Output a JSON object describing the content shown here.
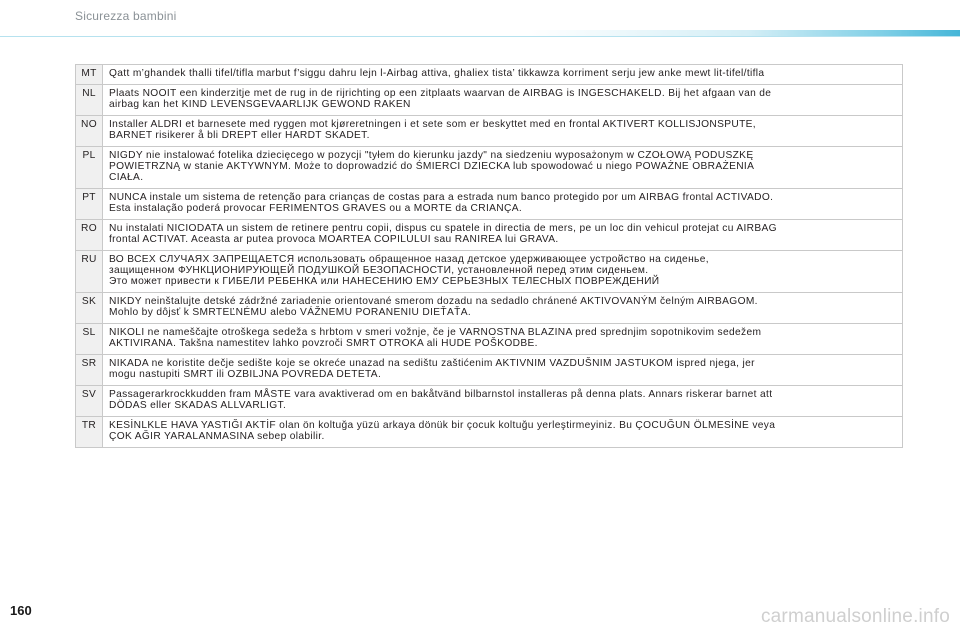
{
  "header": {
    "section_title": "Sicurezza bambini"
  },
  "rows": [
    {
      "code": "MT",
      "text": "Qatt m’ghandek thalli tifel/tifla marbut f’siggu dahru lejn l-Airbag attiva, ghaliex tista’ tikkawza korriment serju jew anke mewt lit-tifel/tifla"
    },
    {
      "code": "NL",
      "text": "Plaats NOOIT een kinderzitje met de rug in de rijrichting op een zitplaats waarvan de AIRBAG is INGESCHAKELD. Bij het afgaan van de\nairbag kan het KIND LEVENSGEVAARLIJK GEWOND RAKEN"
    },
    {
      "code": "NO",
      "text": "Installer ALDRI et barnesete med ryggen mot kjøreretningen i et sete som er beskyttet med en frontal AKTIVERT KOLLISJONSPUTE,\nBARNET risikerer å bli DREPT eller HARDT SKADET."
    },
    {
      "code": "PL",
      "text": "NIGDY nie instalować fotelika dziecięcego w pozycji \"tyłem do kierunku jazdy\" na siedzeniu wyposażonym w CZOŁOWĄ PODUSZKĘ\nPOWIETRZNĄ w stanie AKTYWNYM. Może to doprowadzić do ŚMIERCI DZIECKA lub spowodować u niego POWAŻNE OBRAŻENIA\nCIAŁA."
    },
    {
      "code": "PT",
      "text": "NUNCA instale um sistema de retenção para crianças de costas para a estrada num banco protegido por um AIRBAG frontal ACTIVADO.\nEsta instalação poderá provocar FERIMENTOS GRAVES ou a MORTE da CRIANÇA."
    },
    {
      "code": "RO",
      "text": "Nu instalati NICIODATA un sistem de retinere pentru copii, dispus cu spatele in directia de mers, pe un loc din vehicul protejat cu AIRBAG\nfrontal ACTIVAT. Aceasta ar putea provoca MOARTEA COPILULUI sau RANIREA lui GRAVA."
    },
    {
      "code": "RU",
      "text": "ВО ВСЕХ СЛУЧАЯХ ЗАПРЕЩАЕТСЯ использовать обращенное назад детское удерживающее устройство на сиденье,\nзащищенном ФУНКЦИОНИРУЮЩЕЙ ПОДУШКОЙ БЕЗОПАСНОСТИ, установленной перед этим сиденьем.\nЭто может привести к ГИБЕЛИ РЕБЕНКА или НАНЕСЕНИЮ ЕМУ СЕРЬЕЗНЫХ ТЕЛЕСНЫХ ПОВРЕЖДЕНИЙ"
    },
    {
      "code": "SK",
      "text": "NIKDY neinštalujte detské zádržné zariadenie orientované smerom dozadu na sedadlo chránené AKTIVOVANÝM čelným AIRBAGOM.\nMohlo by dôjsť k SMRTEĽNÉMU alebo VÁŽNEMU PORANENIU DIEŤAŤA."
    },
    {
      "code": "SL",
      "text": "NIKOLI ne nameščajte otroškega sedeža s hrbtom v smeri vožnje, če je VARNOSTNA BLAZINA pred sprednjim sopotnikovim sedežem\nAKTIVIRANA. Takšna namestitev lahko povzroči SMRT OTROKA ali HUDE POŠKODBE."
    },
    {
      "code": "SR",
      "text": "NIKADA ne koristite dečje sedište koje se okreće unazad na sedištu zaštićenim AKTIVNIM VAZDUŠNIM JASTUKOM ispred njega, jer\nmogu nastupiti SMRT ili OZBILJNA POVREDA DETETA."
    },
    {
      "code": "SV",
      "text": "Passagerarkrockkudden fram MÅSTE vara avaktiverad om en bakåtvänd bilbarnstol installeras på denna plats. Annars riskerar barnet att\nDÖDAS eller SKADAS ALLVARLIGT."
    },
    {
      "code": "TR",
      "text": "KESİNLKLE HAVA YASTIĞI AKTİF olan ön koltuğa yüzü arkaya dönük bir çocuk koltuğu yerleştirmeyiniz. Bu ÇOCUĞUN ÖLMESİNE veya\nÇOK AĞIR YARALANMASINA sebep olabilir."
    }
  ],
  "footer": {
    "page_number": "160",
    "watermark": "carmanualsonline.info"
  }
}
